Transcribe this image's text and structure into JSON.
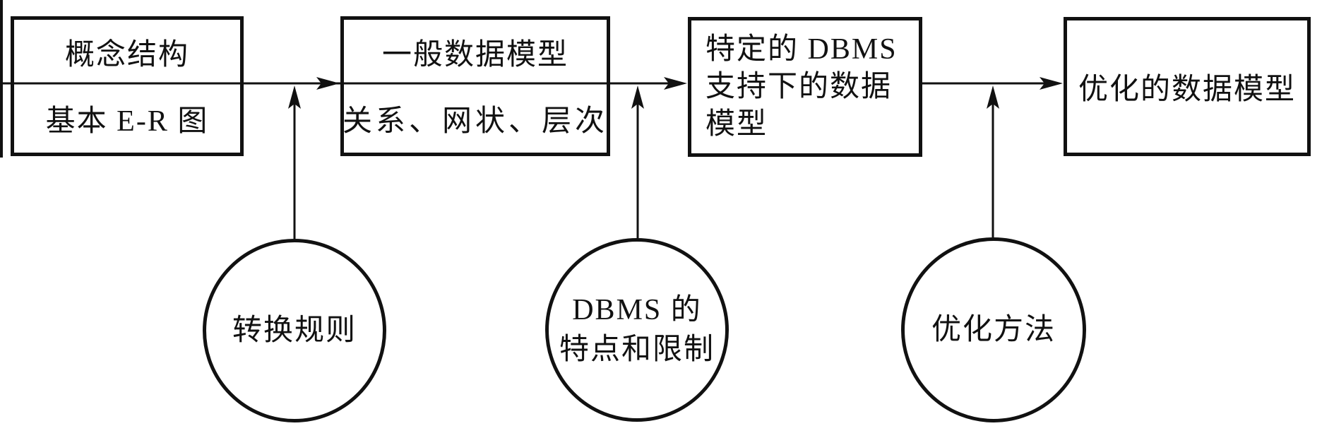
{
  "diagram": {
    "boxes": [
      {
        "name": "conceptual-structure",
        "row1": "概念结构",
        "row2": "基本 E-R 图"
      },
      {
        "name": "general-data-model",
        "row1": "一般数据模型",
        "row2": "关系、网状、层次"
      },
      {
        "name": "dbms-specific-model",
        "lines": [
          "特定的 DBMS",
          "支持下的数据",
          "模型"
        ]
      },
      {
        "name": "optimized-data-model",
        "label": "优化的数据模型"
      }
    ],
    "circles": [
      {
        "name": "conversion-rules",
        "label": "转换规则"
      },
      {
        "name": "dbms-constraints",
        "lines": [
          "DBMS 的",
          "特点和限制"
        ]
      },
      {
        "name": "optimization-methods",
        "label": "优化方法"
      }
    ],
    "colors": {
      "ink": "#111111",
      "background": "#ffffff"
    }
  }
}
